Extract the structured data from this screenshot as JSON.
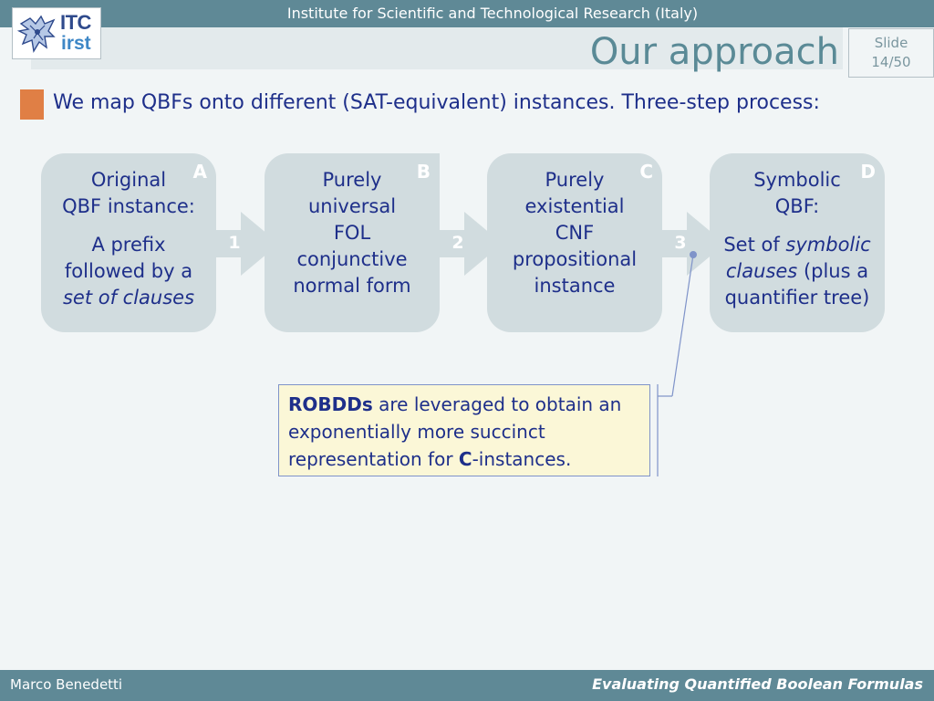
{
  "header": {
    "institute": "Institute for Scientific and Technological Research (Italy)",
    "logo": {
      "line1": "ITC",
      "line2": "irst",
      "emblem": "eagle-emblem"
    },
    "title": "Our approach",
    "slide_label": "Slide",
    "slide_number": "14/50"
  },
  "bullet": {
    "text": "We map QBFs onto different (SAT-equivalent) instances. Three-step process:",
    "color": "#e07f45"
  },
  "steps": [
    {
      "letter": "A",
      "line1": "Original",
      "line2": "QBF instance:",
      "line3": "A prefix",
      "line4": "followed by a",
      "line5": "set of clauses"
    },
    {
      "letter": "B",
      "line1": "Purely",
      "line2": "universal",
      "line3": "FOL",
      "line4": "conjunctive",
      "line5": "normal form"
    },
    {
      "letter": "C",
      "line1": "Purely",
      "line2": "existential",
      "line3": "CNF",
      "line4": "propositional",
      "line5": "instance"
    },
    {
      "letter": "D",
      "line1": "Symbolic",
      "line2": "QBF:",
      "line3_pre": "Set of ",
      "line3_em": "symbolic",
      "line4_em": "clauses",
      "line4_post": " (plus a",
      "line5": "quantifier tree)"
    }
  ],
  "arrows": [
    "1",
    "2",
    "3"
  ],
  "note": {
    "bold1": "ROBDDs",
    "text1": " are leveraged to obtain an",
    "text2": "exponentially more succinct",
    "text3": "representation for ",
    "bold2": "C",
    "text4": "-instances."
  },
  "footer": {
    "author": "Marco Benedetti",
    "talk_title": "Evaluating Quantified Boolean Formulas"
  },
  "colors": {
    "bar": "#5f8996",
    "box": "#d1dcdf",
    "text": "#1e2f8a",
    "note_bg": "#fbf7d7"
  }
}
